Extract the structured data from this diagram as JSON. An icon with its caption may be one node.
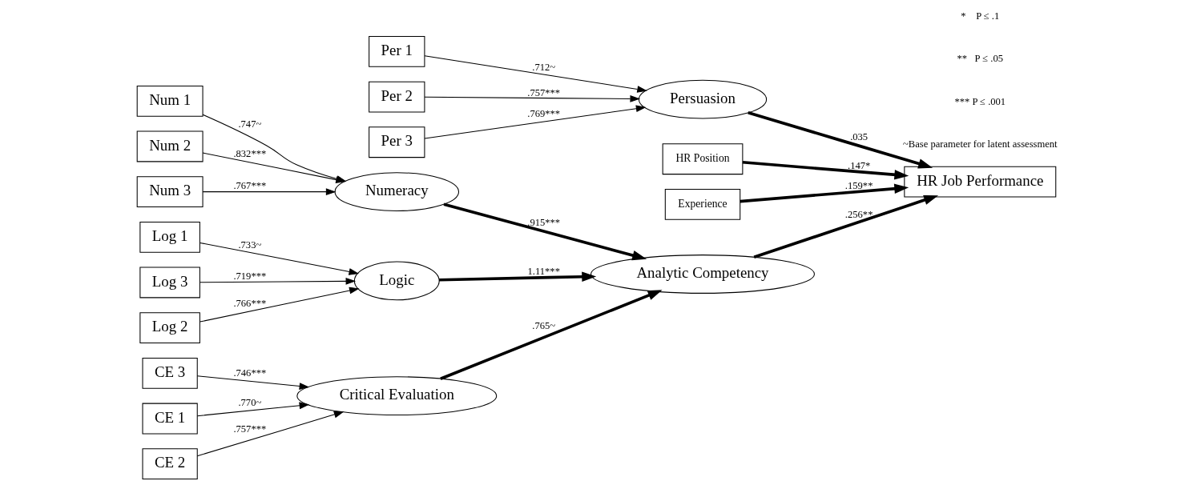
{
  "diagram": {
    "nodes": [
      {
        "text": [
          "Log 1"
        ]
      },
      {
        "text": [
          "Log 2"
        ]
      },
      {
        "text": [
          "Log 3"
        ]
      },
      {
        "text": [
          "Logic"
        ]
      },
      {
        "text": [
          "Num 1"
        ]
      },
      {
        "text": [
          "Num 2"
        ]
      },
      {
        "text": [
          "Num 3"
        ]
      },
      {
        "text": [
          "Numeracy"
        ]
      },
      {
        "text": [
          "CE 1"
        ]
      },
      {
        "text": [
          "CE 2"
        ]
      },
      {
        "text": [
          "CE 3"
        ]
      },
      {
        "text": [
          "Critical Evaluation"
        ]
      },
      {
        "text": [
          "Analytic Competency"
        ]
      },
      {
        "text": [
          "HR Job Performance"
        ]
      },
      {
        "text": [
          "HR Position"
        ]
      },
      {
        "text": [
          "Experience"
        ]
      },
      {
        "text": [
          "Persuasion"
        ]
      },
      {
        "text": [
          "Per 1"
        ]
      },
      {
        "text": [
          "Per 2"
        ]
      },
      {
        "text": [
          "Per 3"
        ]
      }
    ],
    "edges": [
      {
        "from": 0,
        "to": 3,
        "arrow": "to",
        "label": ".733~"
      },
      {
        "from": 1,
        "to": 3,
        "arrow": "to",
        "label": ".766***"
      },
      {
        "from": 2,
        "to": 3,
        "arrow": "to",
        "label": ".719***"
      },
      {
        "from": 4,
        "to": 7,
        "arrow": "to",
        "label": ".747~"
      },
      {
        "from": 5,
        "to": 7,
        "arrow": "to",
        "label": ".832***"
      },
      {
        "from": 6,
        "to": 7,
        "arrow": "to",
        "label": ".767***"
      },
      {
        "from": 8,
        "to": 11,
        "arrow": "to",
        "label": ".770~"
      },
      {
        "from": 9,
        "to": 11,
        "arrow": "to",
        "label": ".757***"
      },
      {
        "from": 10,
        "to": 11,
        "arrow": "to",
        "label": ".746***"
      },
      {
        "from": 3,
        "to": 12,
        "arrow": "to",
        "label": "1.11***",
        "style": "thick"
      },
      {
        "from": 7,
        "to": 12,
        "arrow": "to",
        "label": ".915***",
        "style": "thick"
      },
      {
        "from": 11,
        "to": 12,
        "arrow": "to",
        "label": ".765~",
        "style": "thick"
      },
      {
        "from": 12,
        "to": 13,
        "arrow": "to",
        "label": ".256**",
        "style": "thick"
      },
      {
        "from": 16,
        "to": 13,
        "arrow": "to",
        "label": ".035",
        "style": "thick"
      },
      {
        "from": 14,
        "to": 13,
        "arrow": "to",
        "label": ".147*",
        "style": "thick"
      },
      {
        "from": 15,
        "to": 13,
        "arrow": "to",
        "label": ".159**",
        "style": "thick"
      },
      {
        "from": 17,
        "to": 16,
        "arrow": "to",
        "label": ".712~"
      },
      {
        "from": 18,
        "to": 16,
        "arrow": "to",
        "label": ".757***"
      },
      {
        "from": 19,
        "to": 16,
        "arrow": "to",
        "label": ".769***"
      }
    ],
    "labels": [
      "*    P ≤ .1",
      "**   P ≤ .05",
      "*** P ≤ .001",
      "~Base parameter for latent assessment"
    ]
  }
}
